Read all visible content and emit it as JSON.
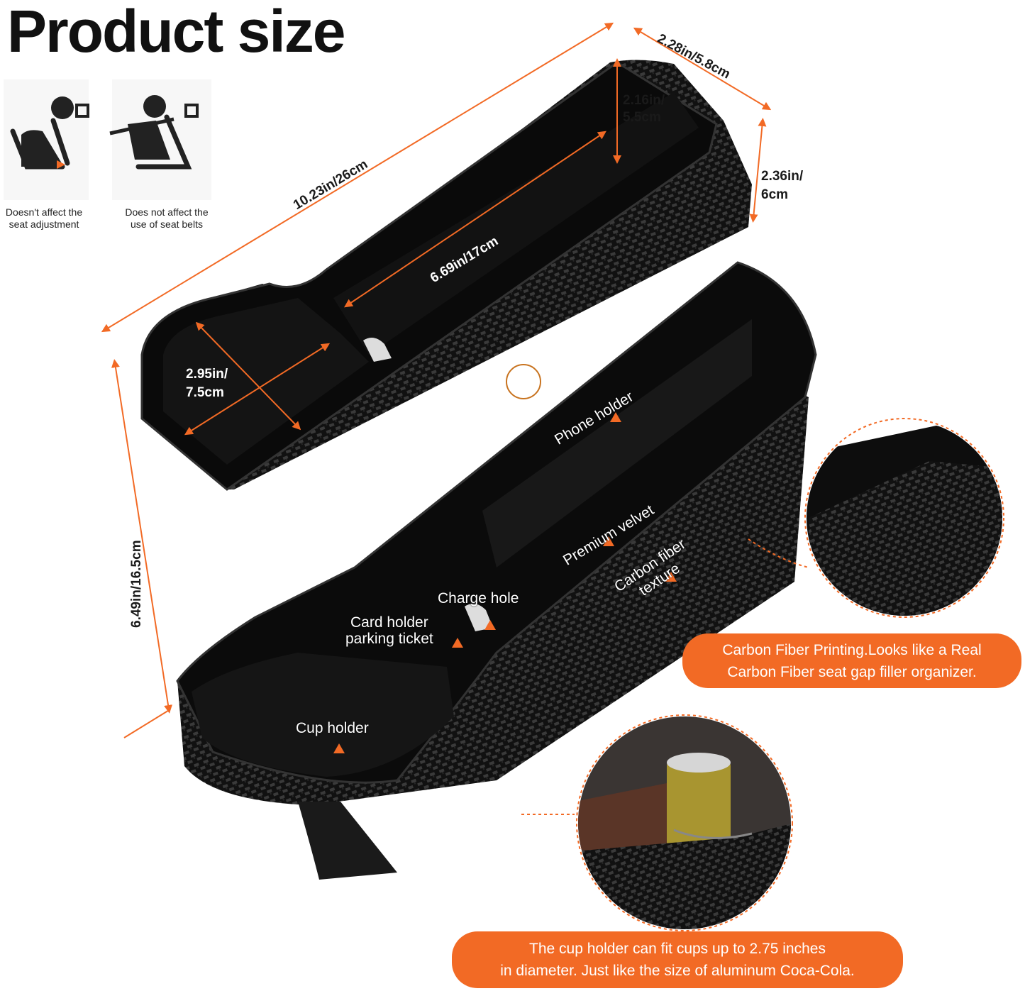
{
  "title": "Product size",
  "icons": [
    {
      "name": "seat-adjust-icon",
      "caption_lines": [
        "Doesn't affect the",
        "seat adjustment"
      ]
    },
    {
      "name": "seat-belt-icon",
      "caption_lines": [
        "Does not affect the",
        "use of seat belts"
      ]
    }
  ],
  "dimensions": {
    "length_total": "10.23in/26cm",
    "width_top": "2.28in/5.8cm",
    "depth_line1": "2.16in/",
    "depth_line2": "5.5cm",
    "height_side_line1": "2.36in/",
    "height_side_line2": "6cm",
    "inner_length": "6.69in/17cm",
    "cup_line1": "2.95in/",
    "cup_line2": "7.5cm",
    "height_total": "6.49in/16.5cm"
  },
  "features": {
    "phone_holder": "Phone holder",
    "premium_velvet": "Premium velvet",
    "carbon_line1": "Carbon fiber",
    "carbon_line2": "texture",
    "charge_hole": "Charge hole",
    "card_line1": "Card holder",
    "card_line2": "parking ticket",
    "cup_holder": "Cup holder"
  },
  "callouts": {
    "carbon": [
      "Carbon Fiber Printing.Looks like a Real",
      "Carbon Fiber seat gap filler organizer."
    ],
    "cup": [
      "The cup holder can fit cups up to 2.75 inches",
      "in diameter. Just like the size of aluminum Coca-Cola."
    ]
  },
  "colors": {
    "accent": "#f26a25",
    "product": "#0d0d0d",
    "carbon": "#2b2b2b"
  }
}
